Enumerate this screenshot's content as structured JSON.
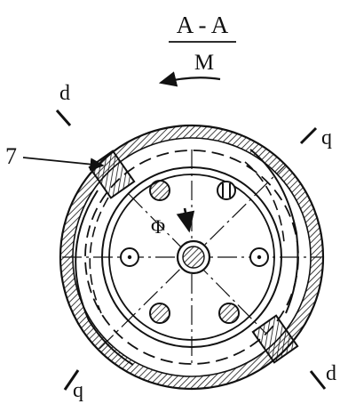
{
  "section_title": "A - A",
  "rotation_label": "M",
  "angle_label": "Φ",
  "part_number": "7",
  "edge_labels": {
    "top_left": "d",
    "top_right": "q",
    "bottom_left": "q",
    "bottom_right": "d"
  },
  "colors": {
    "ink": "#111111",
    "background": "#ffffff"
  }
}
